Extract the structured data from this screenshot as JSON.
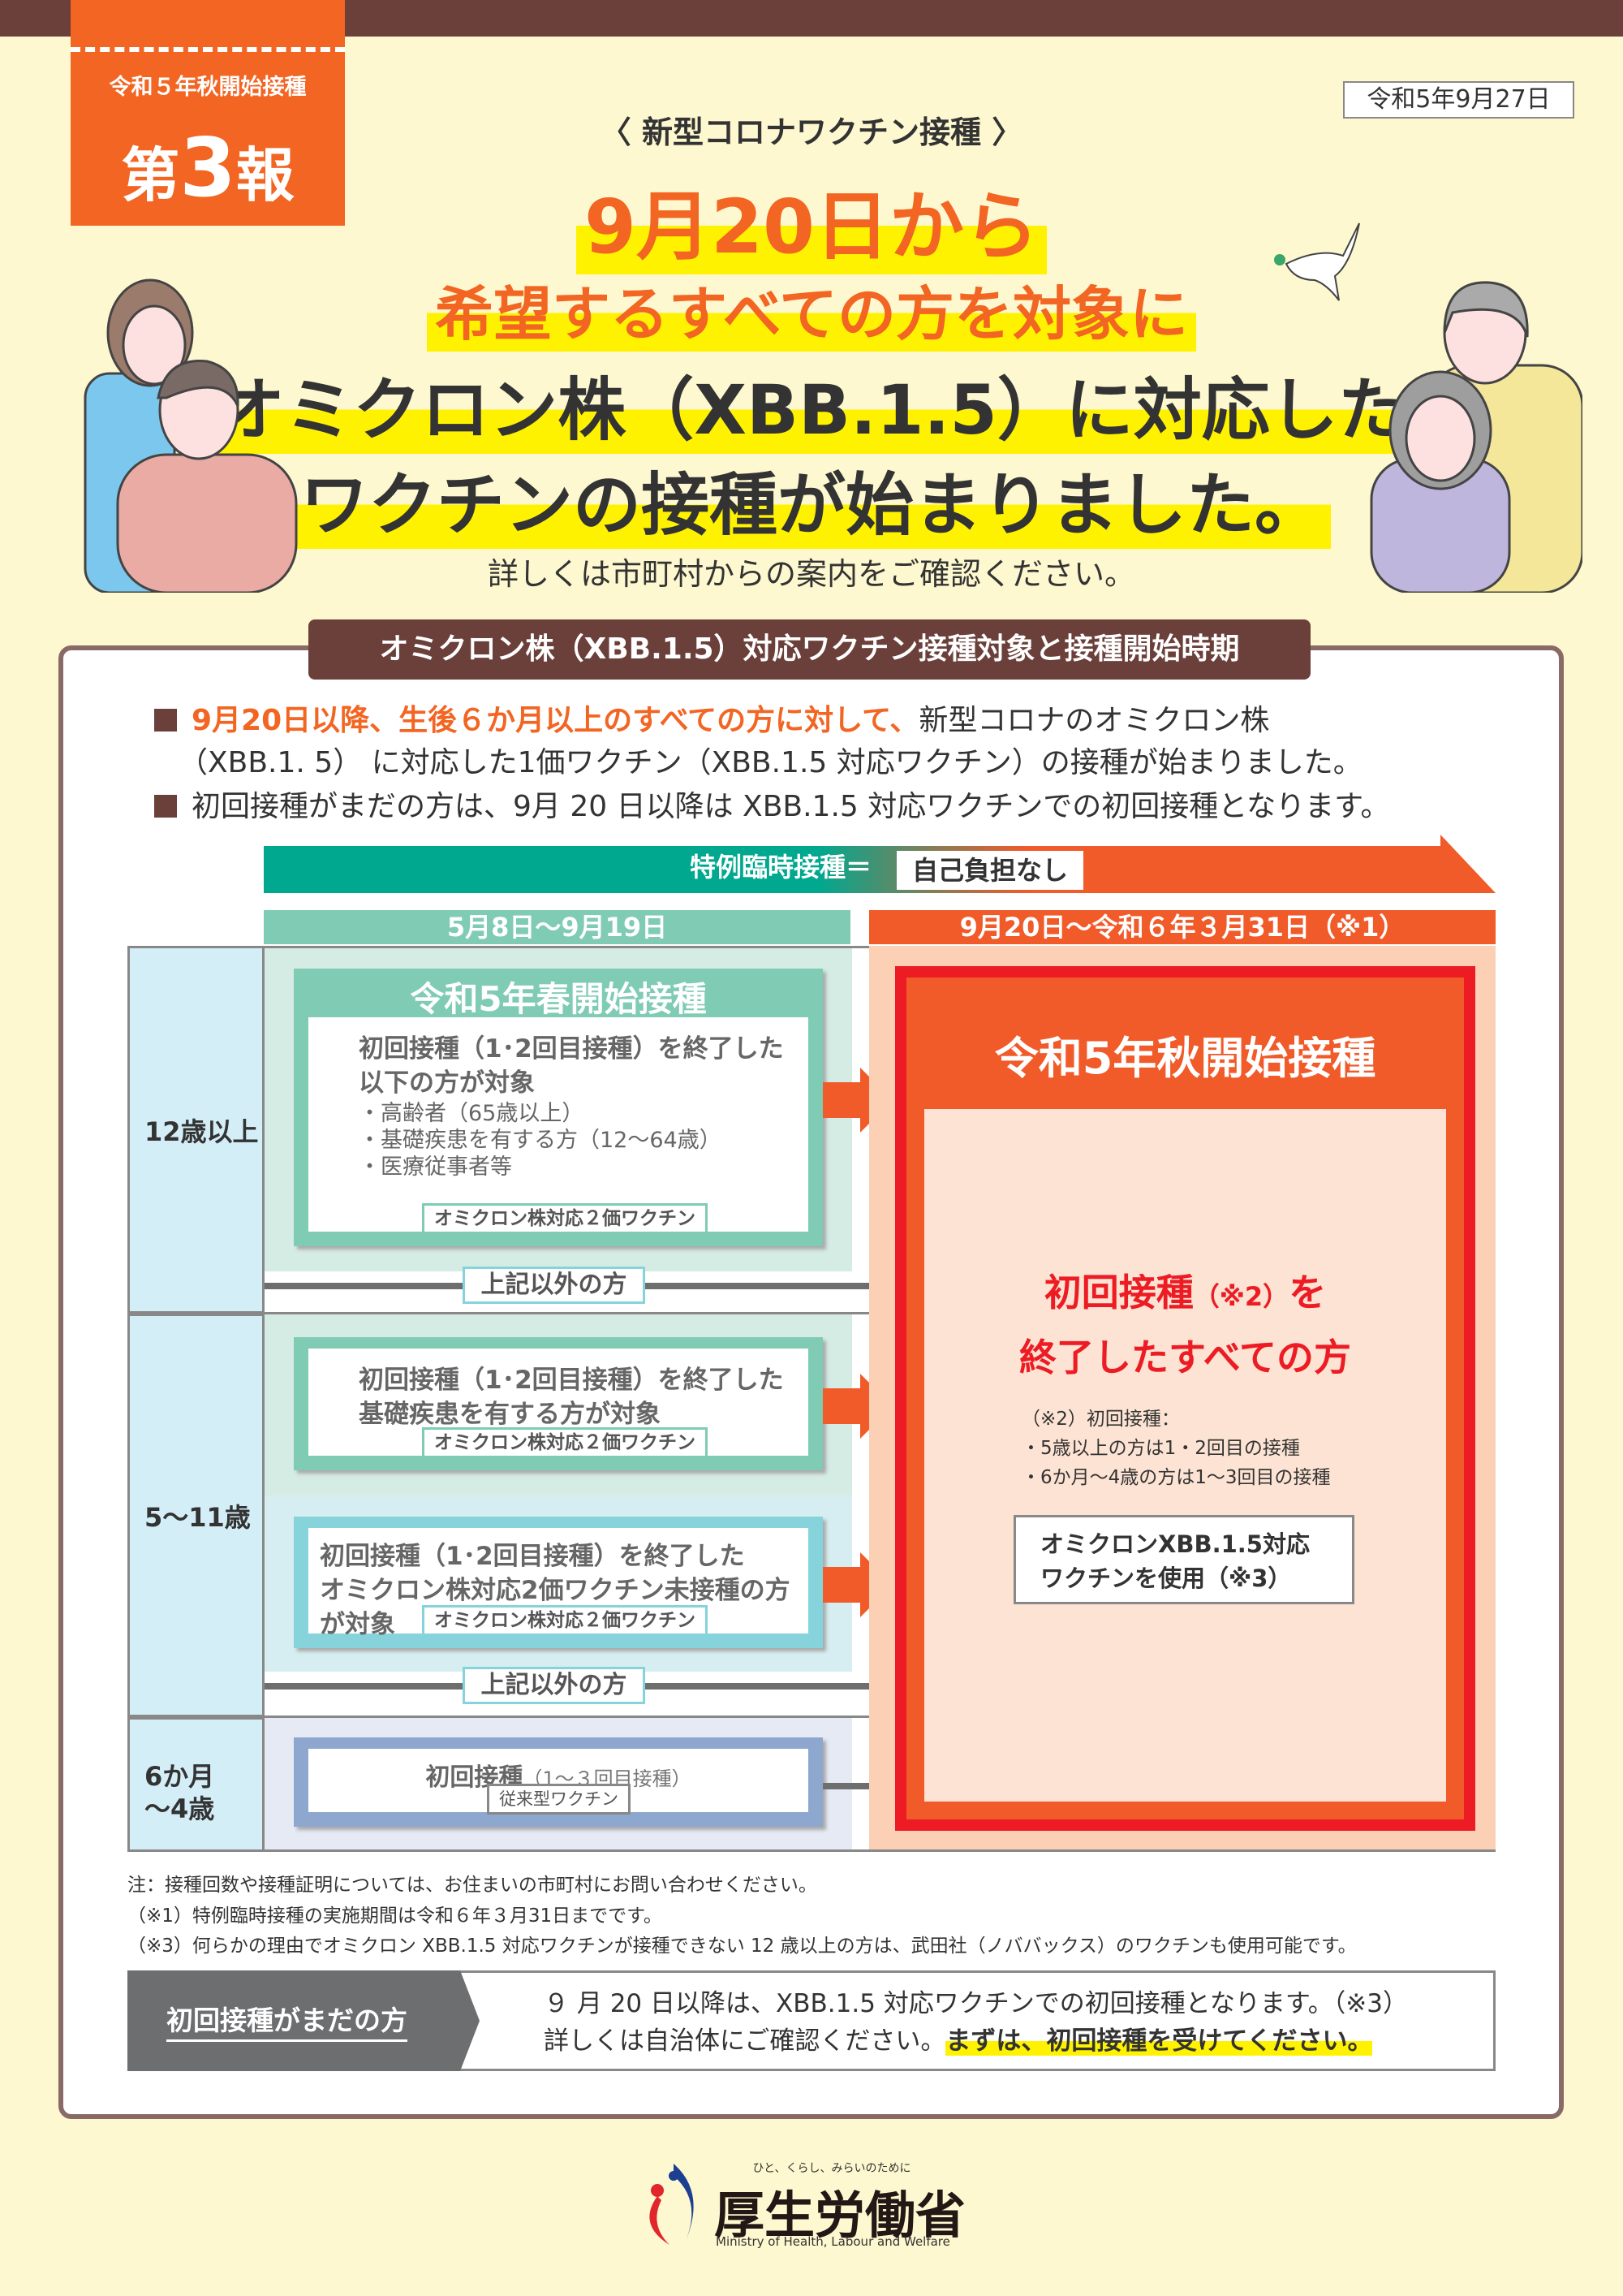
{
  "badge": {
    "line1": "令和５年秋開始接種",
    "prefix": "第",
    "number": "3",
    "suffix": "報"
  },
  "date": "令和5年9月27日",
  "header": {
    "subtitle": "〈 新型コロナワクチン接種 〉",
    "line1": "9月20日から",
    "line2": "希望するすべての方を対象に",
    "line3": "オミクロン株（XBB.1.5）に対応した",
    "line4": "ワクチンの接種が始まりました。",
    "note": "詳しくは市町村からの案内をご確認ください。"
  },
  "panel": {
    "title": "オミクロン株（XBB.1.5）対応ワクチン接種対象と接種開始時期",
    "bullet1_em": "9月20日以降、生後６か月以上のすべての方に対して、",
    "bullet1_rest": "新型コロナのオミクロン株",
    "bullet1_line2": "（XBB.1. 5） に対応した1価ワクチン（XBB.1.5 対応ワクチン）の接種が始まりました。",
    "bullet2": "初回接種がまだの方は、9月 20 日以降は XBB.1.5 対応ワクチンでの初回接種となります。"
  },
  "bar": {
    "label": "特例臨時接種＝",
    "box": "自己負担なし"
  },
  "columns": {
    "left": "5月8日〜9月19日",
    "right": "9月20日〜令和６年３月31日（※1）"
  },
  "ages": [
    "12歳以上",
    "5〜11歳",
    "6か月\n〜4歳"
  ],
  "spring": {
    "title": "令和5年春開始接種",
    "lead1": "初回接種（1･2回目接種）を終了した",
    "lead2": "以下の方が対象",
    "items": [
      "・高齢者（65歳以上）",
      "・基礎疾患を有する方（12〜64歳）",
      "・医療従事者等"
    ],
    "tag": "オミクロン株対応２価ワクチン"
  },
  "other_label": "上記以外の方",
  "kids1": {
    "line1": "初回接種（1･2回目接種）を終了した",
    "line2": "基礎疾患を有する方が対象",
    "tag": "オミクロン株対応２価ワクチン"
  },
  "kids2": {
    "line1": "初回接種（1･2回目接種）を終了した",
    "line2": "オミクロン株対応2価ワクチン未接種の方が対象",
    "tag": "オミクロン株対応２価ワクチン"
  },
  "infant": {
    "title": "初回接種",
    "title_note": "（1〜３回目接種）",
    "tag": "従来型ワクチン"
  },
  "autumn": {
    "title": "令和5年秋開始接種",
    "main1": "初回接種",
    "main1_note": "（※2）",
    "main1_end": "を",
    "main2": "終了したすべての方",
    "def_title": "（※2）初回接種：",
    "def1": "・5歳以上の方は1・2回目の接種",
    "def2": "・6か月〜4歳の方は1〜3回目の接種",
    "box1": "オミクロンXBB.1.5対応",
    "box2": "ワクチンを使用（※3）"
  },
  "footnotes": [
    "注：接種回数や接種証明については、お住まいの市町村にお問い合わせください。",
    "（※1）特例臨時接種の実施期間は令和６年３月31日までです。",
    "（※3）何らかの理由でオミクロン XBB.1.5 対応ワクチンが接種できない 12 歳以上の方は、武田社（ノババックス）のワクチンも使用可能です。"
  ],
  "bottom": {
    "label": "初回接種がまだの方",
    "line1": "９ 月 20 日以降は、XBB.1.5 対応ワクチンでの初回接種となります。（※3）",
    "line2a": "詳しくは自治体にご確認ください。",
    "line2b": "まずは、初回接種を受けてください。"
  },
  "logo": {
    "tagline": "ひと、くらし、みらいのために",
    "name": "厚生労働省",
    "english": "Ministry of Health, Labour and Welfare"
  },
  "colors": {
    "orange": "#f26522",
    "brown": "#6b3f3a",
    "green": "#80cbb4",
    "red": "#ed1c24",
    "yellow": "#fff200"
  }
}
